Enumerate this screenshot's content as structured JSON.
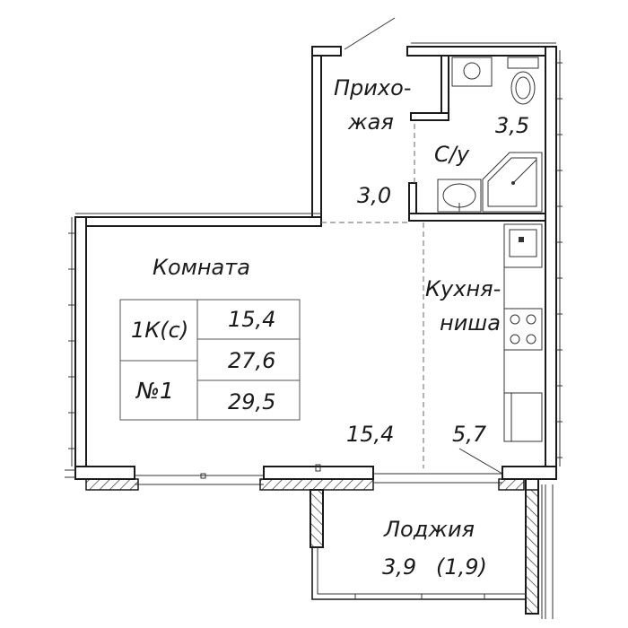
{
  "rooms": {
    "hallway": {
      "label_line1": "Прихо-",
      "label_line2": "жая",
      "area": "3,0"
    },
    "bathroom": {
      "label": "С/у",
      "area": "3,5"
    },
    "room": {
      "label": "Комната",
      "area": "15,4"
    },
    "kitchen": {
      "label_line1": "Кухня-",
      "label_line2": "ниша",
      "area": "5,7"
    },
    "loggia": {
      "label": "Лоджия",
      "area": "3,9",
      "area_reduced": "(1,9)"
    }
  },
  "summary_table": {
    "type": "1К(с)",
    "number": "№1",
    "living_area": "15,4",
    "total_area": "27,6",
    "total_with_loggia": "29,5"
  }
}
